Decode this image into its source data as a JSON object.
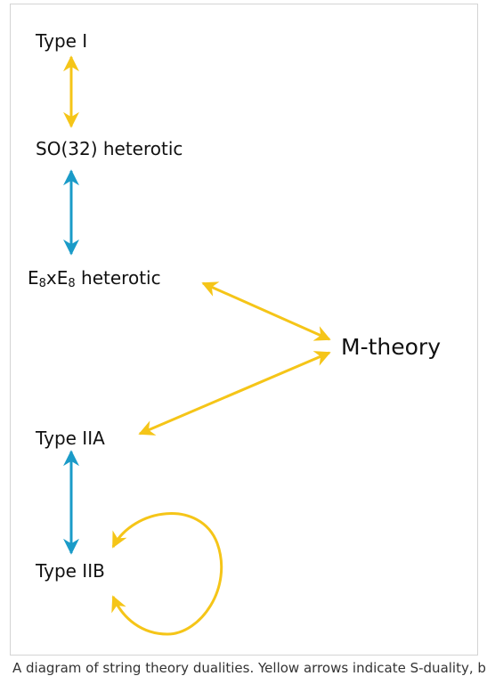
{
  "nodes": {
    "type_i": "Type I",
    "so32": "SO(32) heterotic",
    "e8": {
      "e": "E",
      "sub": "8",
      "x": "x",
      "suffix": " heterotic"
    },
    "m_theory": "M-theory",
    "type_iia": "Type IIA",
    "type_iib": "Type IIB"
  },
  "colors": {
    "s_duality": "#f5c518",
    "t_duality": "#1a9bc8",
    "text": "#111111",
    "frame_border": "#d4d4d4"
  },
  "caption": "A diagram of string theory dualities. Yellow arrows indicate S-duality, blue arrows indicate T-duality."
}
